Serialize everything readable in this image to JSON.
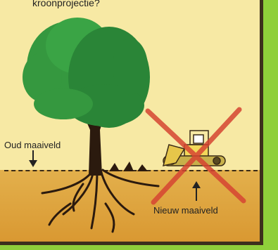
{
  "header": {
    "text": "kroonprojectie?"
  },
  "labels": {
    "old_level": "Oud maaiveld",
    "new_level": "Nieuw maaiveld"
  },
  "colors": {
    "panel_bg": "#f7e9a4",
    "ground": "#dca341",
    "tree_green": "#2e8f3a",
    "cross_red": "#d64532",
    "frame_green": "#8fcf3a"
  },
  "icons": [
    "tree-icon",
    "roots-icon",
    "bulldozer-icon",
    "cross-icon",
    "arrow-down-icon",
    "arrow-up-icon"
  ]
}
